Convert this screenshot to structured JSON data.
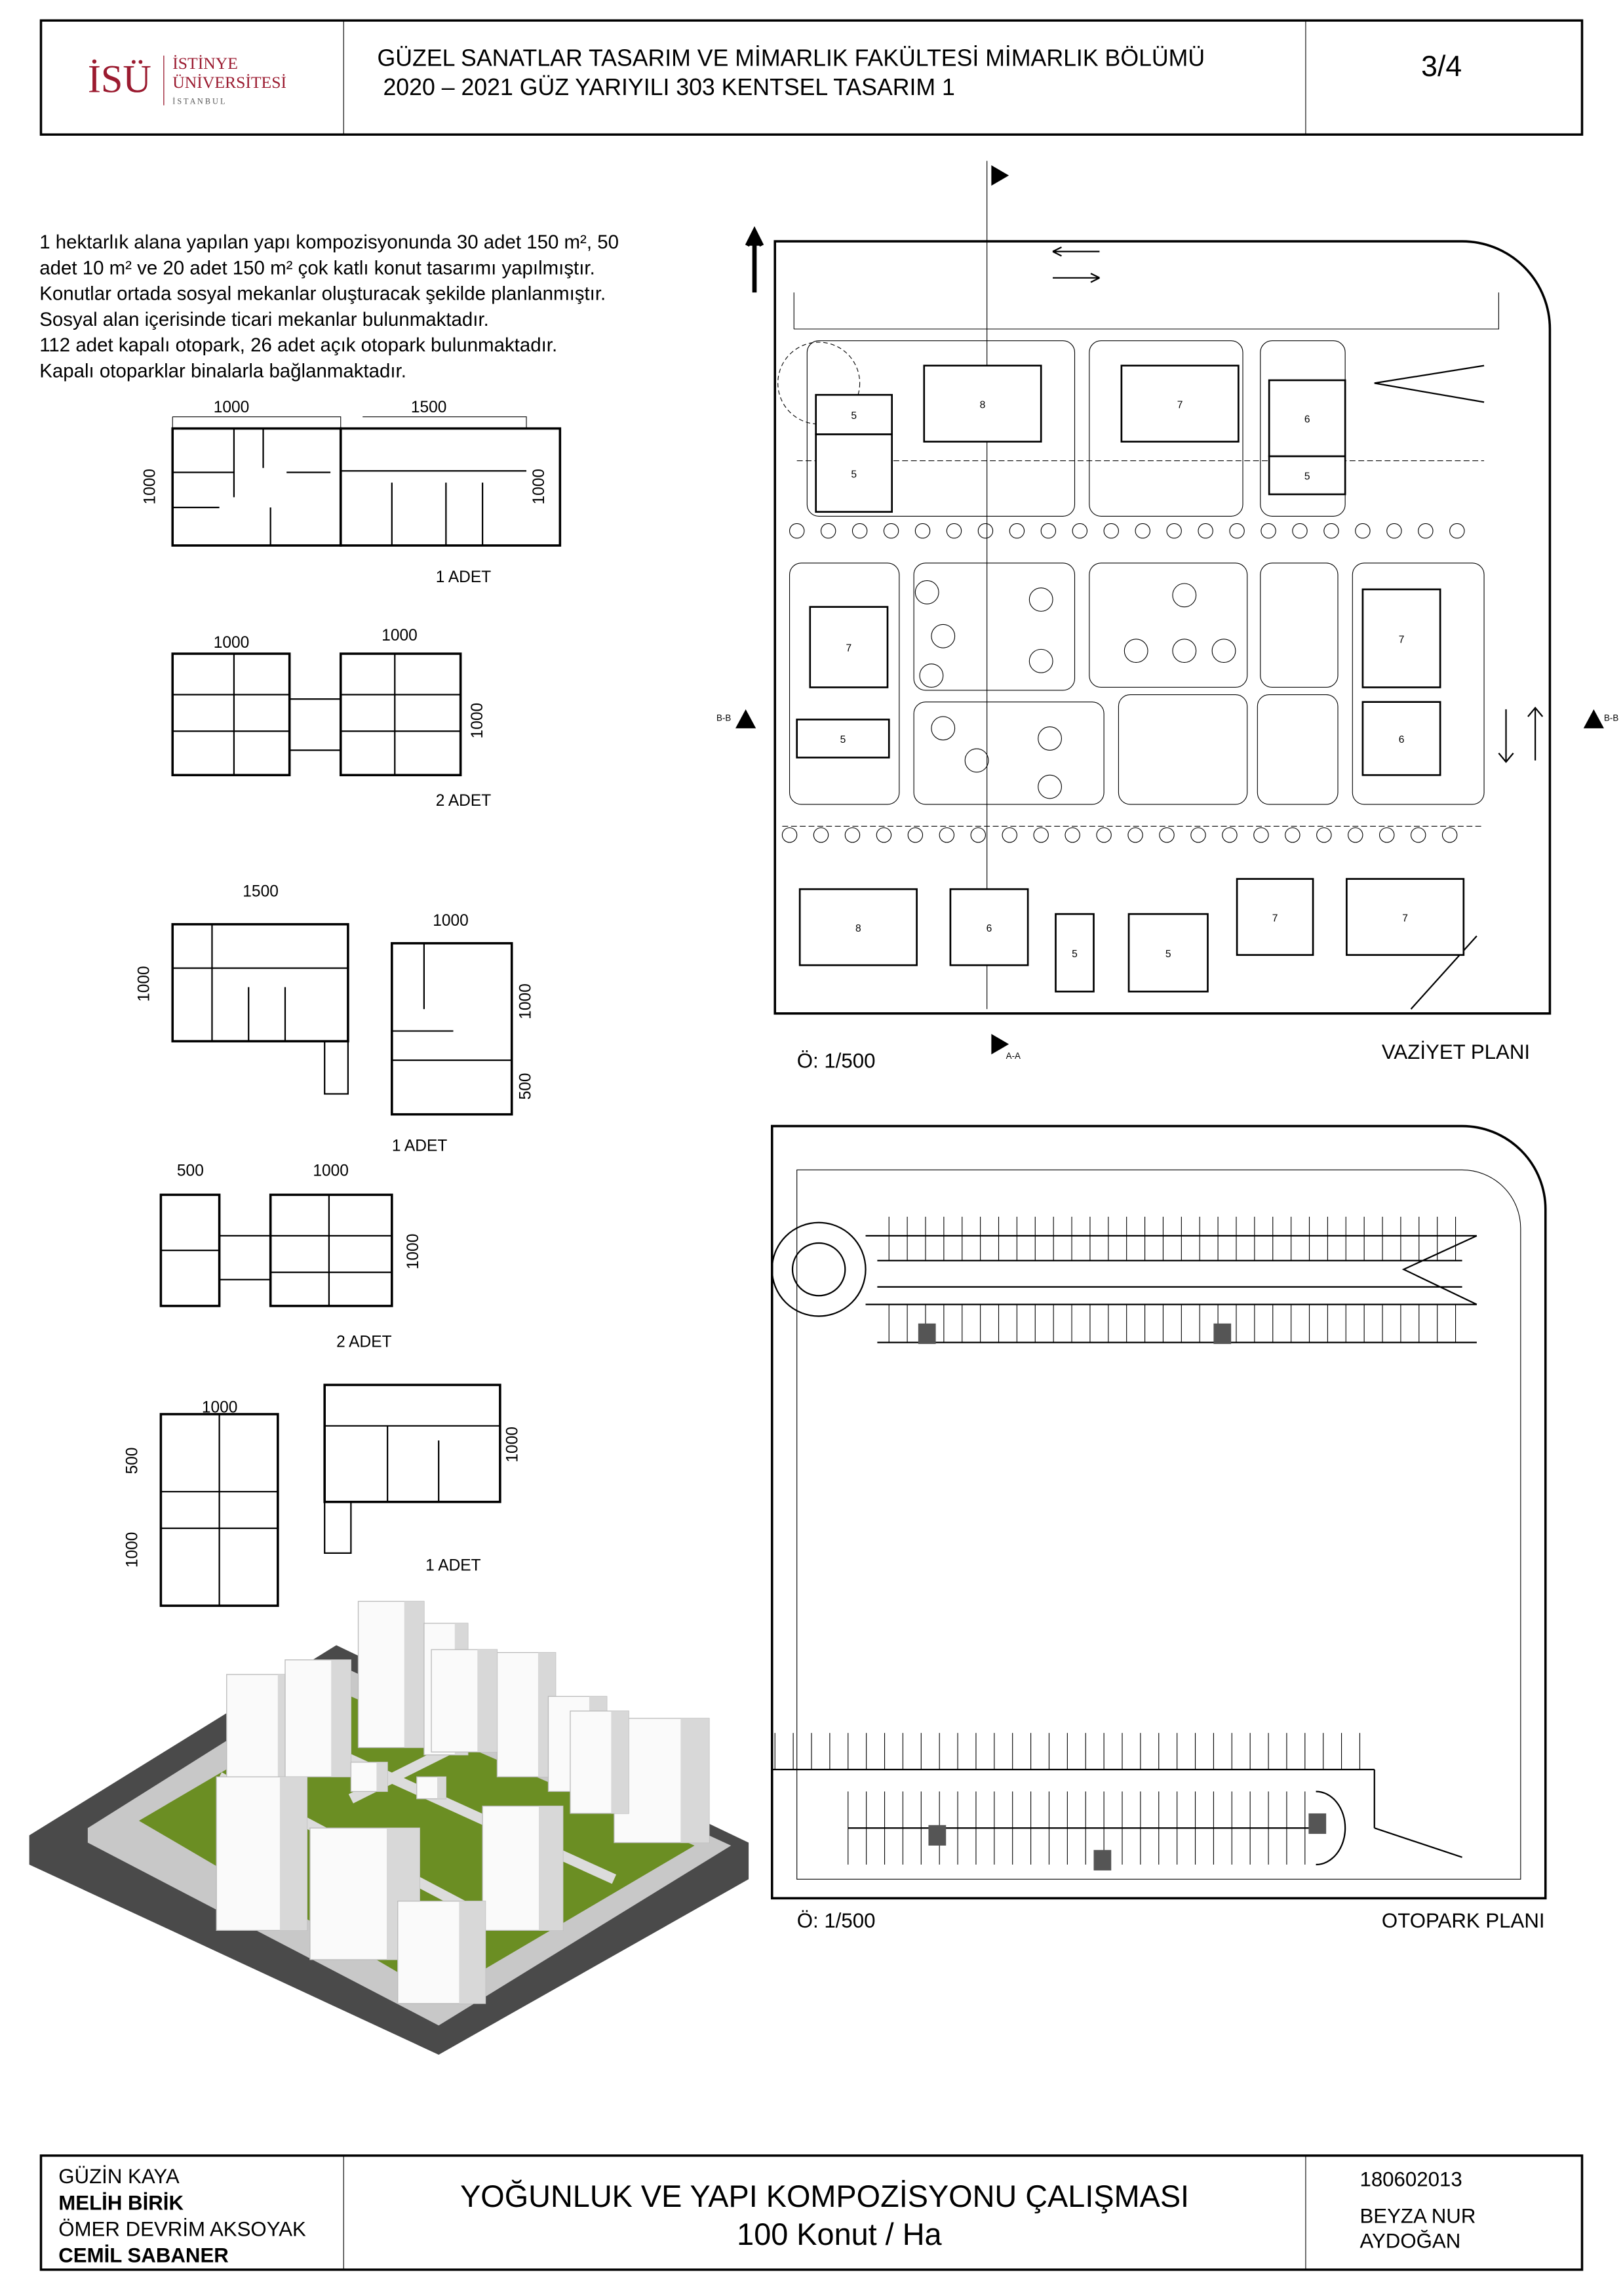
{
  "header": {
    "logo_mark": "İSÜ",
    "logo_name_1": "İSTİNYE",
    "logo_name_2": "ÜNİVERSİTESİ",
    "logo_city": "İ S T A N B U L",
    "title_line_1": "GÜZEL SANATLAR TASARIM VE MİMARLIK FAKÜLTESİ MİMARLIK BÖLÜMÜ",
    "title_line_2": "2020 – 2021 GÜZ YARIYILI 303 KENTSEL TASARIM 1",
    "sheet_number": "3/4",
    "brand_color": "#9b1b30"
  },
  "description": [
    "1 hektarlık alana yapılan yapı kompozisyonunda 30 adet 150 m², 50",
    "adet 10 m² ve 20 adet 150 m² çok katlı konut tasarımı yapılmıştır.",
    "Konutlar ortada sosyal mekanlar oluşturacak şekilde planlanmıştır.",
    "Sosyal alan içerisinde ticari mekanlar bulunmaktadır.",
    "112 adet kapalı otopark, 26 adet açık otopark bulunmaktadır.",
    "Kapalı otoparklar binalarla bağlanmaktadır."
  ],
  "floor_plans": [
    {
      "dims": [
        "1000",
        "1500",
        "1000",
        "1000"
      ],
      "count_label": "1 ADET"
    },
    {
      "dims": [
        "1000",
        "1000",
        "1000"
      ],
      "count_label": "2 ADET"
    },
    {
      "dims": [
        "1500",
        "1000",
        "1000",
        "1000",
        "500"
      ],
      "count_label": "1 ADET"
    },
    {
      "dims": [
        "500",
        "1000",
        "1000"
      ],
      "count_label": "2 ADET"
    },
    {
      "dims": [
        "1000",
        "500",
        "1000",
        "1000"
      ],
      "count_label": "1 ADET"
    }
  ],
  "site_plan": {
    "title": "VAZİYET PLANI",
    "scale": "Ö: 1/500",
    "section_a": "A-A",
    "section_b_left": "B-B",
    "section_b_right": "B-B",
    "building_numbers": [
      "8",
      "7",
      "6",
      "5",
      "5",
      "5",
      "7",
      "5",
      "7",
      "6",
      "8",
      "6",
      "5",
      "7",
      "5",
      "7"
    ]
  },
  "parking_plan": {
    "title": "OTOPARK PLANI",
    "scale": "Ö: 1/500"
  },
  "footer": {
    "instructors": [
      "GÜZİN KAYA",
      "MELİH BİRİK",
      "ÖMER DEVRİM AKSOYAK",
      "CEMİL SABANER"
    ],
    "project_title": "YOĞUNLUK VE YAPI KOMPOZİSYONU ÇALIŞMASI",
    "project_subtitle": "100 Konut / Ha",
    "student_id": "180602013",
    "student_name_1": "BEYZA NUR",
    "student_name_2": "AYDOĞAN"
  }
}
